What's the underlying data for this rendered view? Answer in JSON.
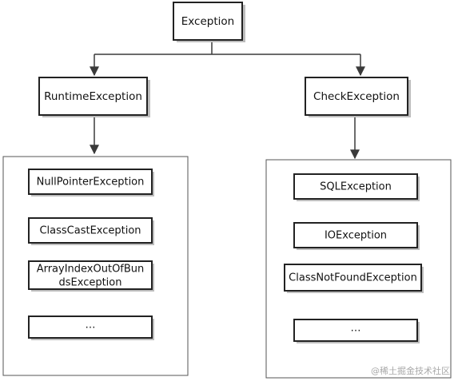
{
  "root": {
    "label": "Exception"
  },
  "branches": [
    {
      "label": "RuntimeException",
      "children": [
        {
          "label": "NullPointerException"
        },
        {
          "label": "ClassCastException"
        },
        {
          "label_lines": [
            "ArrayIndexOutOfBun",
            "dsException"
          ]
        },
        {
          "label": "…"
        }
      ]
    },
    {
      "label": "CheckException",
      "children": [
        {
          "label": "SQLException"
        },
        {
          "label": "IOException"
        },
        {
          "label": "ClassNotFoundException"
        },
        {
          "label": "…"
        }
      ]
    }
  ],
  "watermark": {
    "text": "@稀土掘金技术社区"
  },
  "colors": {
    "box_fill": "#ffffff",
    "box_stroke": "#222222",
    "shadow": "#bdbdbd",
    "connector": "#3a3a3a",
    "text": "#111111"
  }
}
